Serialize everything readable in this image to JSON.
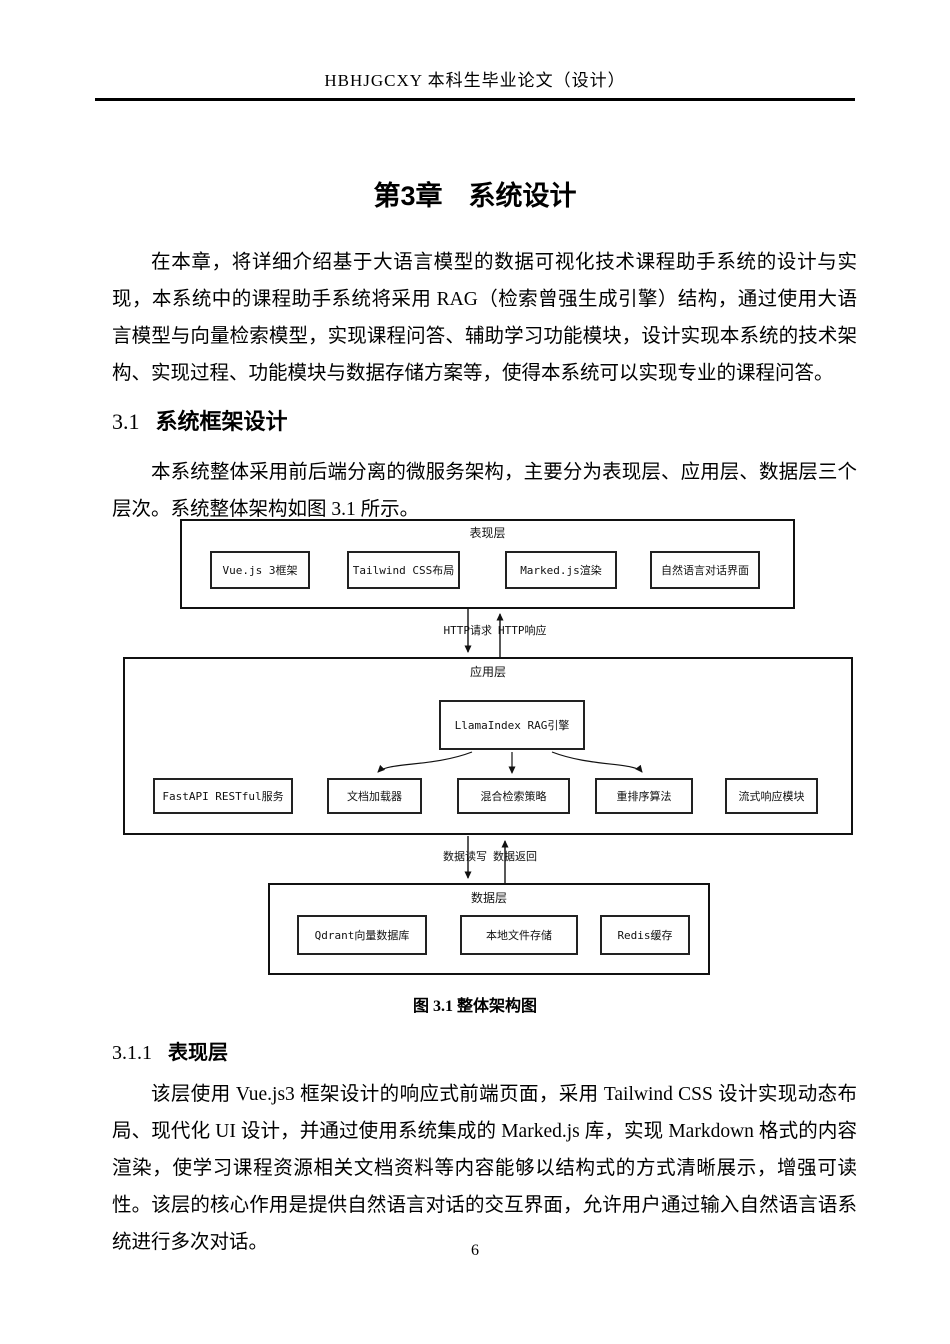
{
  "header": {
    "title": "HBHJGCXY 本科生毕业论文（设计）"
  },
  "chapter": {
    "number": "第3章",
    "title": "系统设计"
  },
  "sections": {
    "s31": {
      "number": "3.1",
      "title": "系统框架设计"
    },
    "s311": {
      "number": "3.1.1",
      "title": "表现层"
    }
  },
  "paragraphs": {
    "intro": "在本章，将详细介绍基于大语言模型的数据可视化技术课程助手系统的设计与实现，本系统中的课程助手系统将采用 RAG（检索曾强生成引擎）结构，通过使用大语言模型与向量检索模型，实现课程问答、辅助学习功能模块，设计实现本系统的技术架构、实现过程、功能模块与数据存储方案等，使得本系统可以实现专业的课程问答。",
    "framework": "本系统整体采用前后端分离的微服务架构，主要分为表现层、应用层、数据层三个层次。系统整体架构如图 3.1 所示。",
    "presentation": "该层使用 Vue.js3 框架设计的响应式前端页面，采用 Tailwind CSS 设计实现动态布局、现代化 UI 设计，并通过使用系统集成的 Marked.js 库，实现 Markdown 格式的内容渲染，使学习课程资源相关文档资料等内容能够以结构式的方式清晰展示，增强可读性。该层的核心作用是提供自然语言对话的交互界面，允许用户通过输入自然语言语系统进行多次对话。"
  },
  "diagram": {
    "presentation": {
      "label": "表现层",
      "boxes": [
        "Vue.js 3框架",
        "Tailwind CSS布局",
        "Marked.js渲染",
        "自然语言对话界面"
      ]
    },
    "application": {
      "label": "应用层",
      "engine": "LlamaIndex RAG引擎",
      "boxes": [
        "FastAPI RESTful服务",
        "文档加载器",
        "混合检索策略",
        "重排序算法",
        "流式响应模块"
      ]
    },
    "data": {
      "label": "数据层",
      "boxes": [
        "Qdrant向量数据库",
        "本地文件存储",
        "Redis缓存"
      ]
    },
    "arrows": {
      "http_request": "HTTP请求",
      "http_response": "HTTP响应",
      "data_write": "数据读写",
      "data_return": "数据返回"
    }
  },
  "figure": {
    "caption": "图 3.1 整体架构图"
  },
  "page": {
    "number": "6"
  }
}
